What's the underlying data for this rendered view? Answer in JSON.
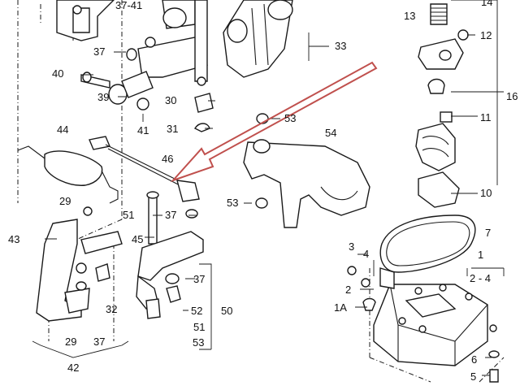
{
  "labels": {
    "l37_41": "37-41",
    "l14": "14",
    "l13": "13",
    "l12": "12",
    "l16": "16",
    "l33": "33",
    "l37a": "37",
    "l40": "40",
    "l39": "39",
    "l41": "41",
    "l30": "30",
    "l31": "31",
    "l53a": "53",
    "l11": "11",
    "l44": "44",
    "l54": "54",
    "l46": "46",
    "l10": "10",
    "l29a": "29",
    "l51a": "51",
    "l37b": "37",
    "l53b": "53",
    "l43": "43",
    "l45": "45",
    "l7": "7",
    "l3": "3",
    "l4": "4",
    "l1": "1",
    "l2_4": "2 - 4",
    "l2": "2",
    "l1A": "1A",
    "l37c": "37",
    "l32": "32",
    "l52": "52",
    "l50": "50",
    "l51b": "51",
    "l53c": "53",
    "l29b": "29",
    "l37d": "37",
    "l42": "42",
    "l6": "6",
    "l5": "5"
  },
  "colors": {
    "line": "#1a1a1a",
    "arrow": "#c0504d",
    "background": "#ffffff"
  }
}
